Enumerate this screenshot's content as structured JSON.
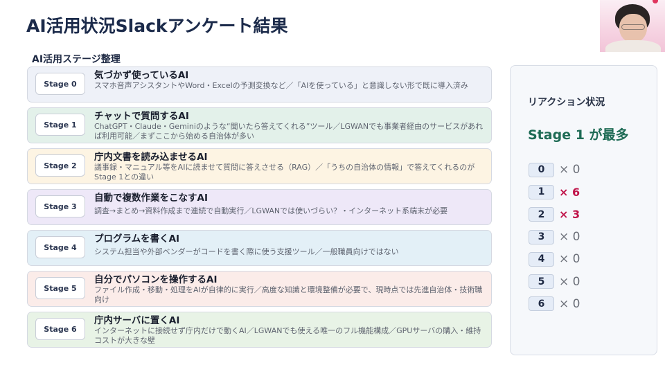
{
  "header": {
    "title": "AI活用状況Slackアンケート結果",
    "subtitle": "AI活用ステージ整理"
  },
  "colors": {
    "accent_green": "#1e6b55",
    "accent_red": "#c0154a",
    "title_navy": "#1b2a4a"
  },
  "stages": [
    {
      "badge": "Stage 0",
      "name": "気づかず使っているAI",
      "desc": "スマホ音声アシスタントやWord・Excelの予測変換など／「AIを使っている」と意識しない形で既に導入済み",
      "bg": "#eef1f8"
    },
    {
      "badge": "Stage 1",
      "name": "チャットで質問するAI",
      "desc": "ChatGPT・Claude・Geminiのような“聞いたら答えてくれる”ツール／LGWANでも事業者経由のサービスがあれば利用可能／まずここから始める自治体が多い",
      "bg": "#e3f1ea"
    },
    {
      "badge": "Stage 2",
      "name": "庁内文書を読み込ませるAI",
      "desc": "議事録・マニュアル等をAIに読ませて質問に答えさせる（RAG）／「うちの自治体の情報」で答えてくれるのがStage 1との違い",
      "bg": "#fdf4e3"
    },
    {
      "badge": "Stage 3",
      "name": "自動で複数作業をこなすAI",
      "desc": "調査→まとめ→資料作成まで連続で自動実行／LGWANでは使いづらい？・インターネット系端末が必要",
      "bg": "#eee8f8"
    },
    {
      "badge": "Stage 4",
      "name": "プログラムを書くAI",
      "desc": "システム担当や外部ベンダーがコードを書く際に使う支援ツール／一般職員向けではない",
      "bg": "#e3f0f7"
    },
    {
      "badge": "Stage 5",
      "name": "自分でパソコンを操作するAI",
      "desc": "ファイル作成・移動・処理をAIが自律的に実行／高度な知識と環境整備が必要で、現時点では先進自治体・技術職向け",
      "bg": "#fbece9"
    },
    {
      "badge": "Stage 6",
      "name": "庁内サーバに置くAI",
      "desc": "インターネットに接続せず庁内だけで動くAI／LGWANでも使える唯一のフル機能構成／GPUサーバの購入・維持コストが大きな壁",
      "bg": "#e8f3e6"
    }
  ],
  "reaction_panel": {
    "title": "リアクション状況",
    "highlight": "Stage 1 が最多",
    "counts": [
      {
        "stage": "0",
        "value": "× 0",
        "hot": false
      },
      {
        "stage": "1",
        "value": "× 6",
        "hot": true
      },
      {
        "stage": "2",
        "value": "× 3",
        "hot": true
      },
      {
        "stage": "3",
        "value": "× 0",
        "hot": false
      },
      {
        "stage": "4",
        "value": "× 0",
        "hot": false
      },
      {
        "stage": "5",
        "value": "× 0",
        "hot": false
      },
      {
        "stage": "6",
        "value": "× 0",
        "hot": false
      }
    ]
  }
}
